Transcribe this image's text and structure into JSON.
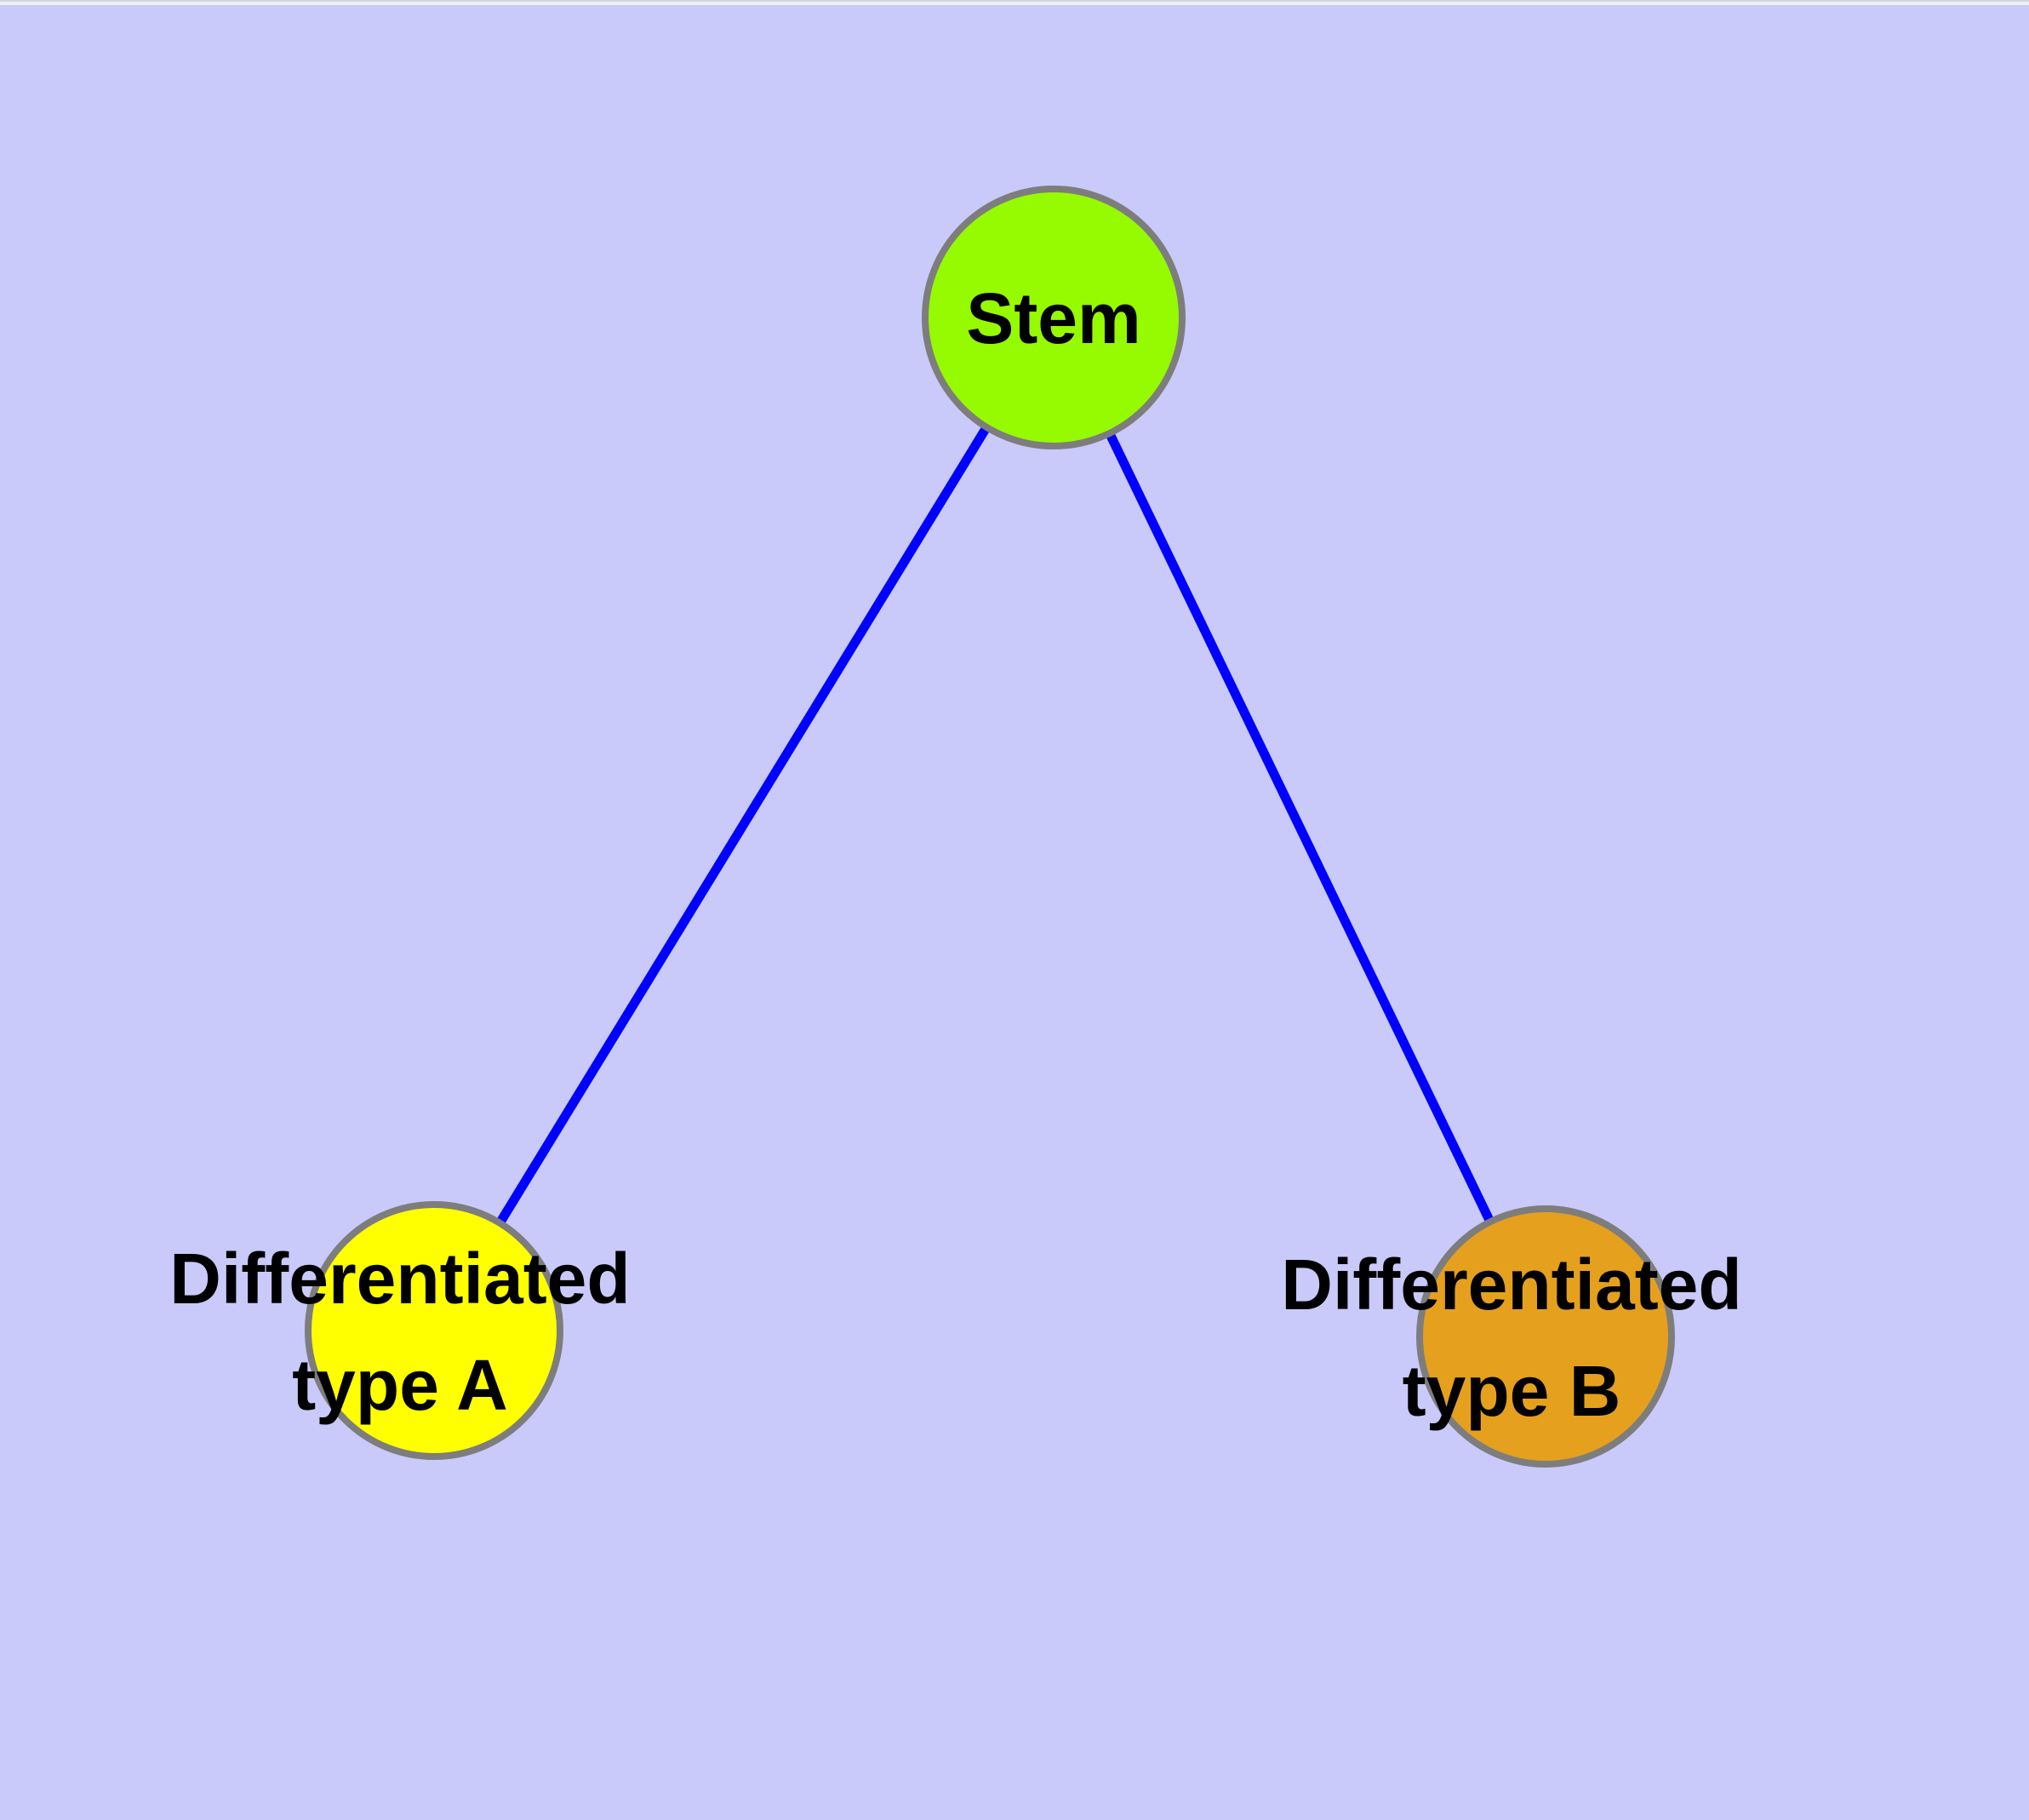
{
  "diagram": {
    "kind": "node-link-graph",
    "node_count": 3,
    "edge_count": 2
  },
  "colors": {
    "background": "#C9C9FA",
    "top_border_outer": "#D5D5DF",
    "top_border_inner": "#EFEFF9",
    "edge": "#0000FF",
    "node_border": "#7D7D7D",
    "label_text": "#000000",
    "stem_fill": "#96FA00",
    "type_a_fill": "#FFFF00",
    "type_b_fill": "#E5A01E"
  },
  "nodes": {
    "stem": {
      "label": "Stem",
      "fill": "#96FA00"
    },
    "type_a": {
      "label_line1": "Differentiated",
      "label_line2": "type A",
      "fill": "#FFFF00"
    },
    "type_b": {
      "label_line1": "Differentiated",
      "label_line2": "type B",
      "fill": "#E5A01E"
    }
  },
  "edges": [
    {
      "from": "Stem",
      "to": "Differentiated type A"
    },
    {
      "from": "Stem",
      "to": "Differentiated type B"
    }
  ]
}
